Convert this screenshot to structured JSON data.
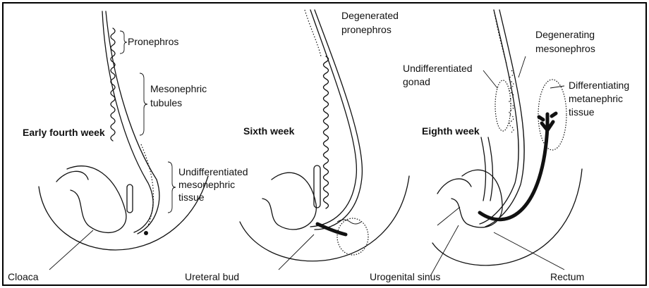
{
  "stages": [
    {
      "title": "Early fourth week",
      "labels": {
        "pronephros": "Pronephros",
        "tubules_1": "Mesonephric",
        "tubules_2": "tubules",
        "undiff_1": "Undifferentiated",
        "undiff_2": "mesonephric",
        "undiff_3": "tissue",
        "cloaca": "Cloaca"
      }
    },
    {
      "title": "Sixth week",
      "labels": {
        "degen_pro_1": "Degenerated",
        "degen_pro_2": "pronephros",
        "ureteral_bud": "Ureteral bud"
      }
    },
    {
      "title": "Eighth week",
      "labels": {
        "degen_meso_1": "Degenerating",
        "degen_meso_2": "mesonephros",
        "gonad_1": "Undifferentiated",
        "gonad_2": "gonad",
        "meta_1": "Differentiating",
        "meta_2": "metanephric",
        "meta_3": "tissue",
        "urogenital_sinus": "Urogenital sinus",
        "rectum": "Rectum"
      }
    }
  ]
}
